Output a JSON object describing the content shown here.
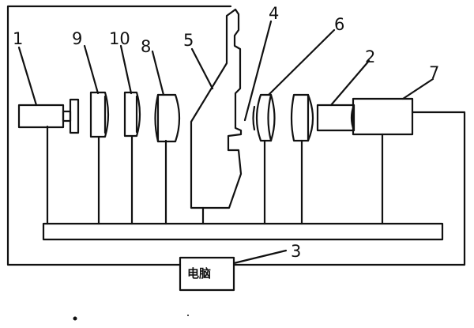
{
  "labels": {
    "light_source": "1",
    "camera": "2",
    "computer_number": "3",
    "slit_element": "4",
    "test_piece": "5",
    "lens_6": "6",
    "detector": "7",
    "lens_8": "8",
    "lens_9": "9",
    "lens_10": "10"
  },
  "computer": {
    "label": "电脑"
  }
}
